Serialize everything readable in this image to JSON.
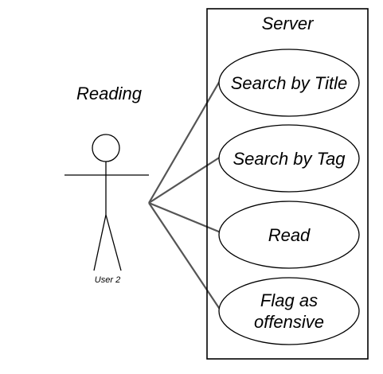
{
  "diagram": {
    "title": "Reading",
    "actor": {
      "label": "User 2"
    },
    "system": {
      "label": "Server"
    },
    "use_cases": [
      {
        "lines": [
          "Search by Title"
        ]
      },
      {
        "lines": [
          "Search by Tag"
        ]
      },
      {
        "lines": [
          "Read"
        ]
      },
      {
        "lines": [
          "Flag as",
          "offensive"
        ]
      }
    ]
  }
}
